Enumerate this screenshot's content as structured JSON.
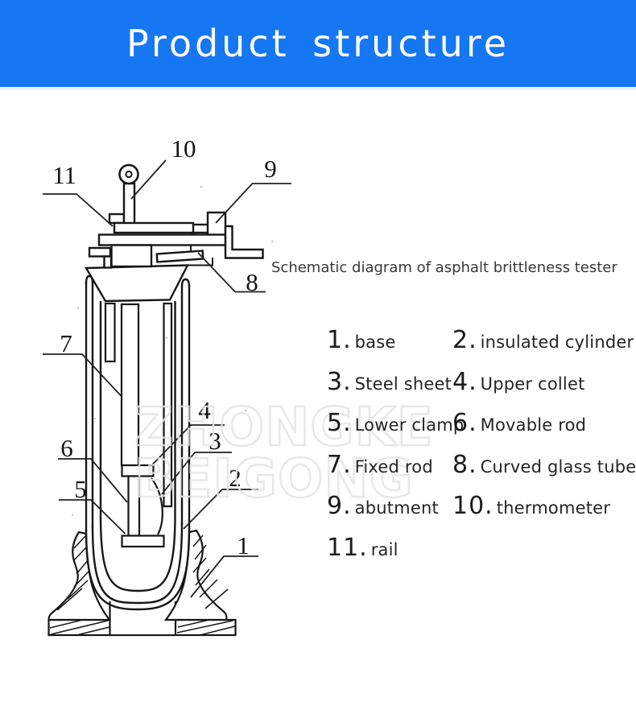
{
  "header": {
    "title": "Product structure",
    "bg_color": "#1677F2",
    "text_color": "#ffffff"
  },
  "caption": "Schematic diagram of asphalt brittleness tester",
  "watermark": {
    "line1": "ZHONGKE",
    "line2": "BEIGONG"
  },
  "diagram": {
    "labels": [
      "10",
      "11",
      "9",
      "8",
      "7",
      "6",
      "5",
      "4",
      "3",
      "2",
      "1"
    ]
  },
  "parts": [
    {
      "num": "1.",
      "name": "base"
    },
    {
      "num": "2.",
      "name": "insulated cylinder"
    },
    {
      "num": "3.",
      "name": "Steel sheet"
    },
    {
      "num": "4.",
      "name": "Upper collet"
    },
    {
      "num": "5.",
      "name": "Lower clamp"
    },
    {
      "num": "6.",
      "name": "Movable rod"
    },
    {
      "num": "7.",
      "name": "Fixed rod"
    },
    {
      "num": "8.",
      "name": "Curved glass tube"
    },
    {
      "num": "9.",
      "name": "abutment"
    },
    {
      "num": "10.",
      "name": "thermometer"
    },
    {
      "num": "11.",
      "name": "rail"
    }
  ]
}
